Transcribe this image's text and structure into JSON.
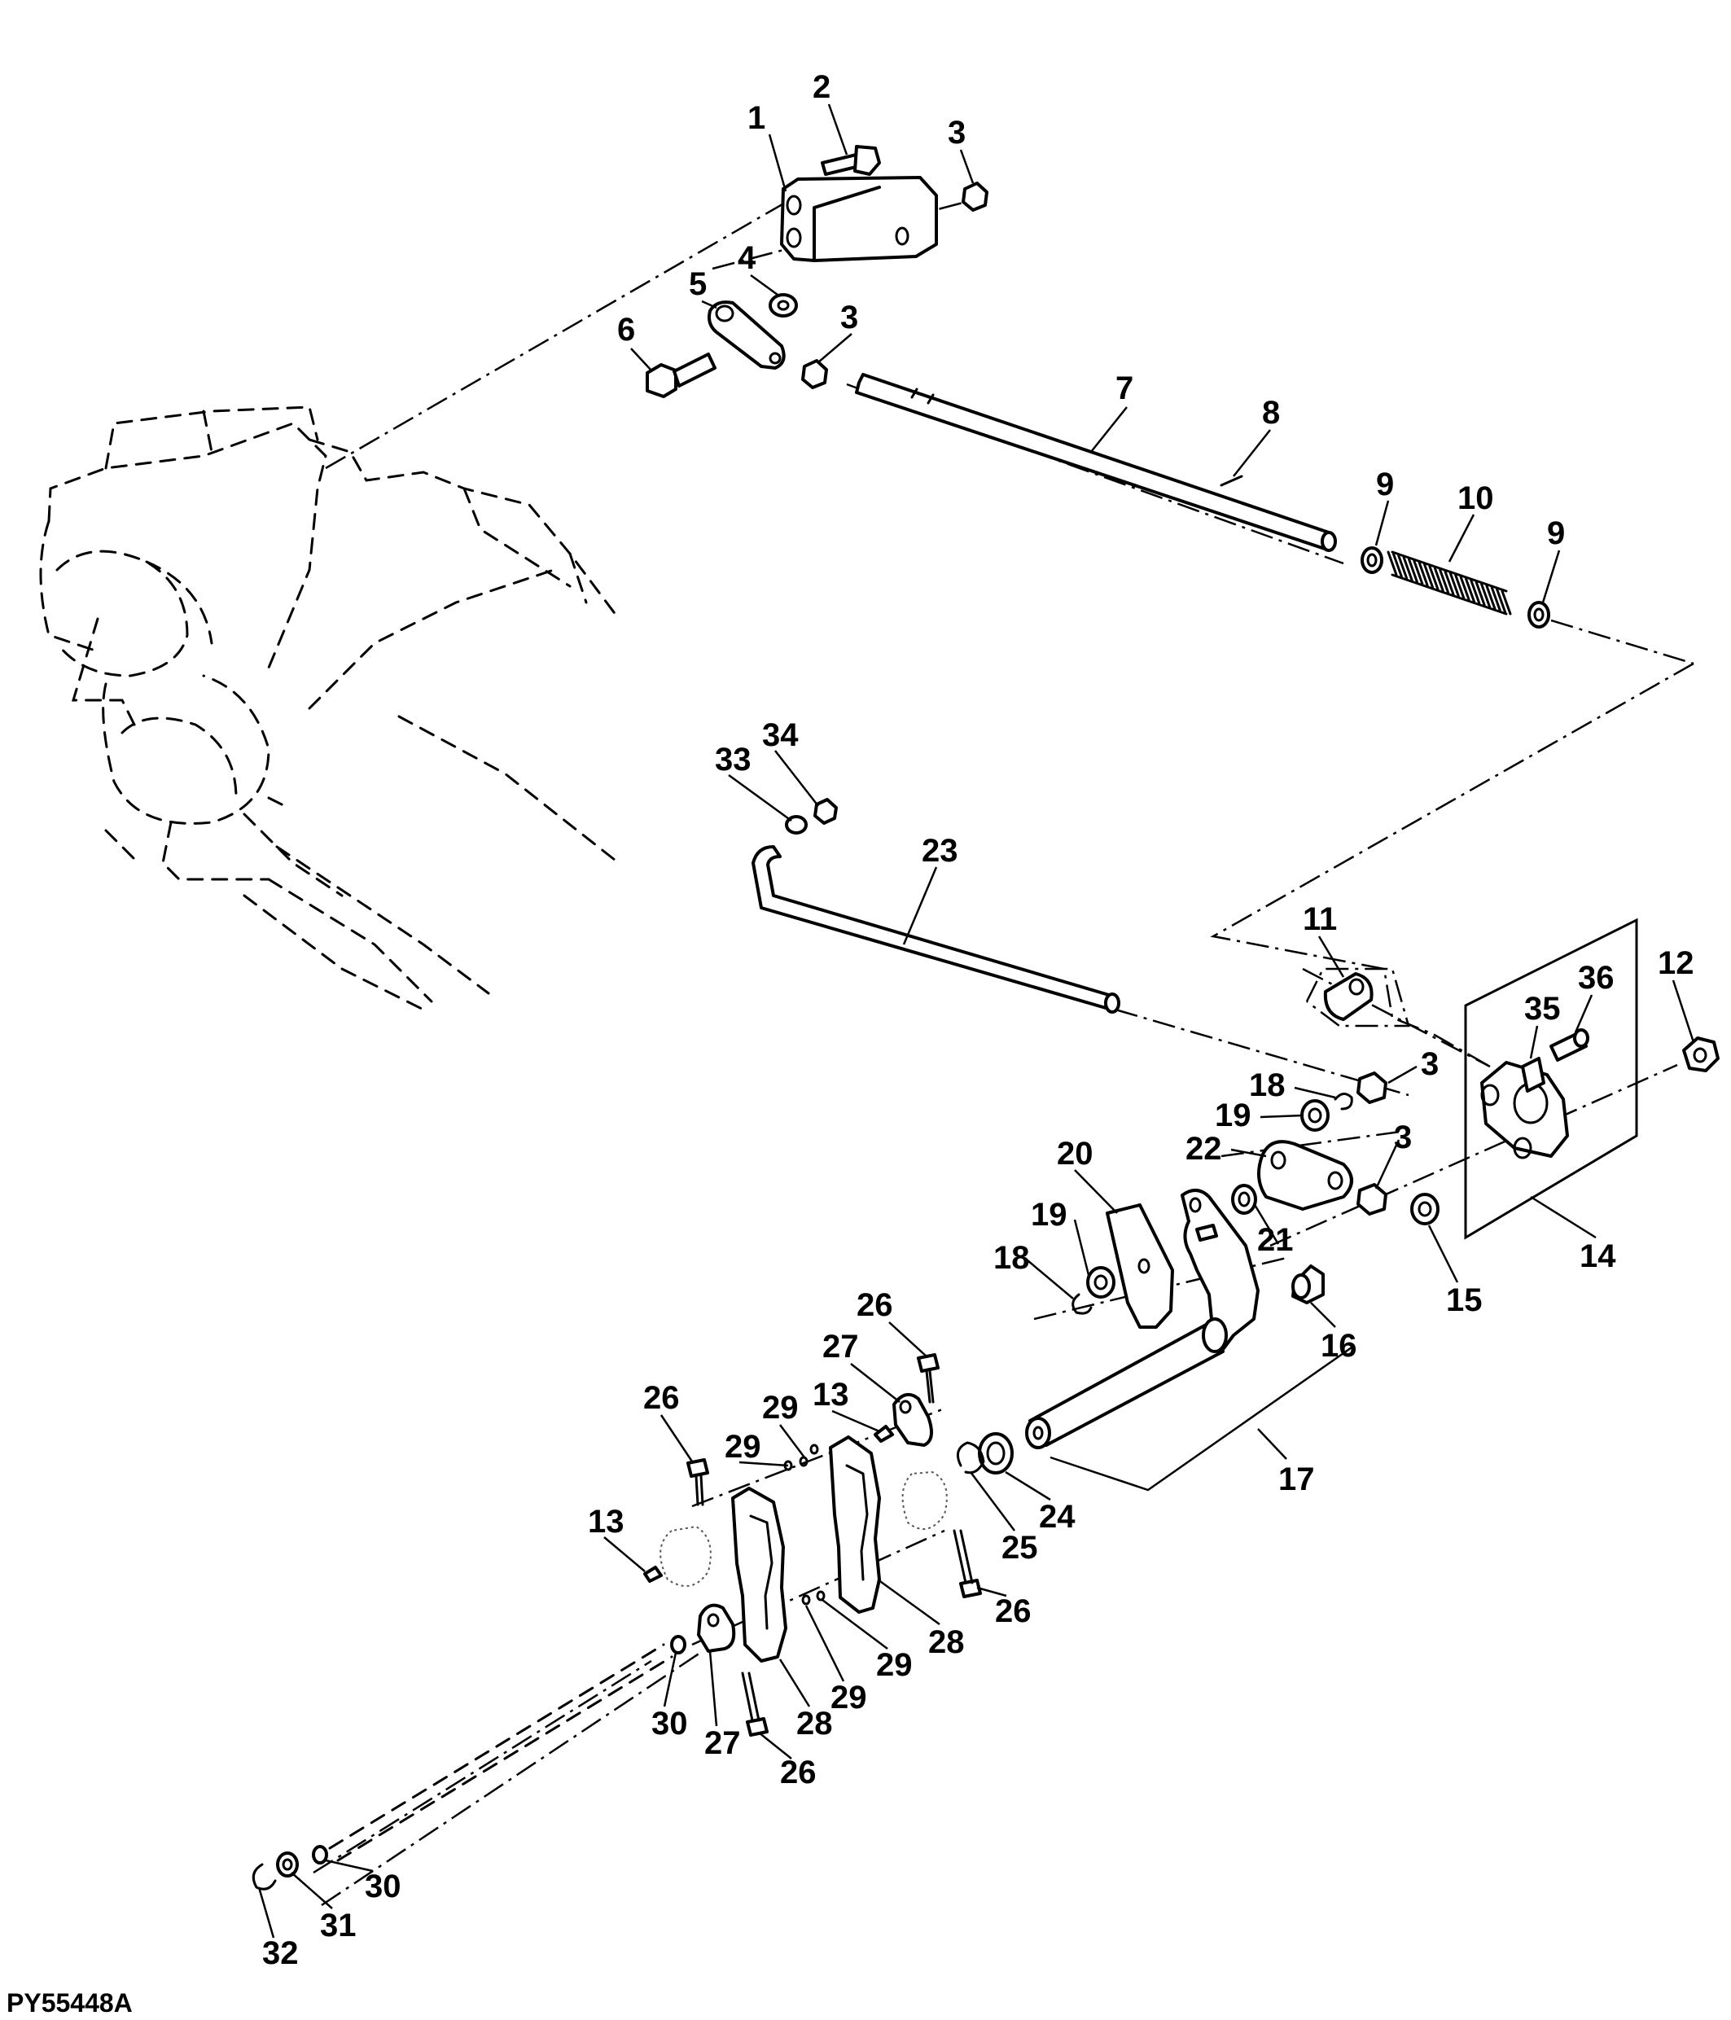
{
  "figure_id": "PY55448A",
  "callouts": [
    {
      "id": "c1",
      "text": "1"
    },
    {
      "id": "c2",
      "text": "2"
    },
    {
      "id": "c3a",
      "text": "3"
    },
    {
      "id": "c4",
      "text": "4"
    },
    {
      "id": "c5",
      "text": "5"
    },
    {
      "id": "c3b",
      "text": "3"
    },
    {
      "id": "c6",
      "text": "6"
    },
    {
      "id": "c7",
      "text": "7"
    },
    {
      "id": "c8",
      "text": "8"
    },
    {
      "id": "c9a",
      "text": "9"
    },
    {
      "id": "c10",
      "text": "10"
    },
    {
      "id": "c9b",
      "text": "9"
    },
    {
      "id": "c34",
      "text": "34"
    },
    {
      "id": "c33",
      "text": "33"
    },
    {
      "id": "c23",
      "text": "23"
    },
    {
      "id": "c11",
      "text": "11"
    },
    {
      "id": "c12",
      "text": "12"
    },
    {
      "id": "c36",
      "text": "36"
    },
    {
      "id": "c35",
      "text": "35"
    },
    {
      "id": "c3c",
      "text": "3"
    },
    {
      "id": "c18a",
      "text": "18"
    },
    {
      "id": "c19a",
      "text": "19"
    },
    {
      "id": "c22",
      "text": "22"
    },
    {
      "id": "c3d",
      "text": "3"
    },
    {
      "id": "c20",
      "text": "20"
    },
    {
      "id": "c21",
      "text": "21"
    },
    {
      "id": "c19b",
      "text": "19"
    },
    {
      "id": "c18b",
      "text": "18"
    },
    {
      "id": "c14",
      "text": "14"
    },
    {
      "id": "c15",
      "text": "15"
    },
    {
      "id": "c16",
      "text": "16"
    },
    {
      "id": "c17",
      "text": "17"
    },
    {
      "id": "c26a",
      "text": "26"
    },
    {
      "id": "c27a",
      "text": "27"
    },
    {
      "id": "c13a",
      "text": "13"
    },
    {
      "id": "c29a",
      "text": "29"
    },
    {
      "id": "c26b",
      "text": "26"
    },
    {
      "id": "c29b",
      "text": "29"
    },
    {
      "id": "c24",
      "text": "24"
    },
    {
      "id": "c25",
      "text": "25"
    },
    {
      "id": "c13b",
      "text": "13"
    },
    {
      "id": "c26c",
      "text": "26"
    },
    {
      "id": "c28a",
      "text": "28"
    },
    {
      "id": "c29c",
      "text": "29"
    },
    {
      "id": "c29d",
      "text": "29"
    },
    {
      "id": "c30a",
      "text": "30"
    },
    {
      "id": "c27b",
      "text": "27"
    },
    {
      "id": "c28b",
      "text": "28"
    },
    {
      "id": "c26d",
      "text": "26"
    },
    {
      "id": "c30b",
      "text": "30"
    },
    {
      "id": "c31",
      "text": "31"
    },
    {
      "id": "c32",
      "text": "32"
    }
  ]
}
